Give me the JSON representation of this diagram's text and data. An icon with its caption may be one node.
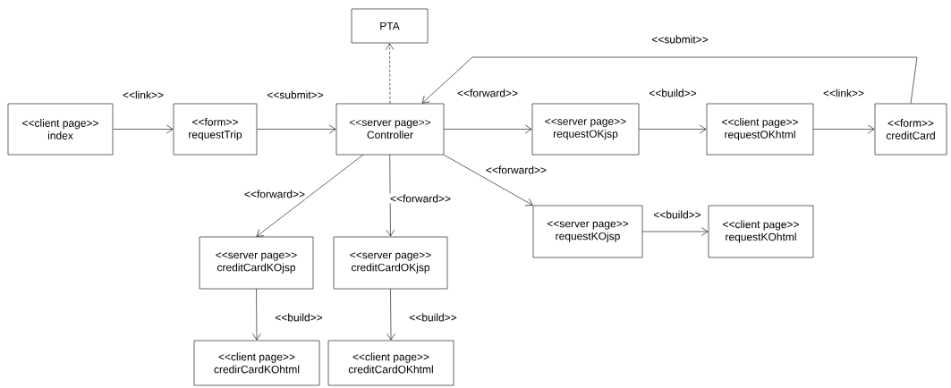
{
  "diagram": {
    "nodes": [
      {
        "text": [
          "PTA"
        ]
      },
      {
        "text": [
          "<<client page>>",
          "index"
        ]
      },
      {
        "text": [
          "<<form>>",
          "requestTrip"
        ]
      },
      {
        "text": [
          "<<server page>>",
          "Controller"
        ]
      },
      {
        "text": [
          "<<server page>>",
          "requestOKjsp"
        ]
      },
      {
        "text": [
          "<<client page>>",
          "requestOKhtml"
        ]
      },
      {
        "text": [
          "<<form>>",
          "creditCard"
        ]
      },
      {
        "text": [
          "<<server page>>",
          "requestKOjsp"
        ]
      },
      {
        "text": [
          "<<client page>>",
          "requestKOhtml"
        ]
      },
      {
        "text": [
          "<<server page>>",
          "creditCardKOjsp"
        ]
      },
      {
        "text": [
          "<<server page>>",
          "creditCardOKjsp"
        ]
      },
      {
        "text": [
          "<<client page>>",
          "credirCardKOhtml"
        ]
      },
      {
        "text": [
          "<<client page>>",
          "creditCardOKhtml"
        ]
      }
    ],
    "edges": [
      {
        "from": 3,
        "to": 0,
        "arrow": "to",
        "style": "dashed"
      },
      {
        "from": 1,
        "to": 2,
        "arrow": "to",
        "label": "<<link>>"
      },
      {
        "from": 2,
        "to": 3,
        "arrow": "to",
        "label": "<<submit>>"
      },
      {
        "from": 3,
        "to": 4,
        "arrow": "to",
        "label": "<<forward>>"
      },
      {
        "from": 4,
        "to": 5,
        "arrow": "to",
        "label": "<<build>>"
      },
      {
        "from": 5,
        "to": 6,
        "arrow": "to",
        "label": "<<link>>"
      },
      {
        "from": 6,
        "to": 3,
        "arrow": "to",
        "label": "<<submit>>"
      },
      {
        "from": 3,
        "to": 7,
        "arrow": "to",
        "label": "<<forward>>"
      },
      {
        "from": 7,
        "to": 8,
        "arrow": "to",
        "label": "<<build>>"
      },
      {
        "from": 3,
        "to": 9,
        "arrow": "to",
        "label": "<<forward>>"
      },
      {
        "from": 3,
        "to": 10,
        "arrow": "to",
        "label": "<<forward>>"
      },
      {
        "from": 9,
        "to": 11,
        "arrow": "to",
        "label": "<<build>>"
      },
      {
        "from": 10,
        "to": 12,
        "arrow": "to",
        "label": "<<build>>"
      }
    ]
  }
}
